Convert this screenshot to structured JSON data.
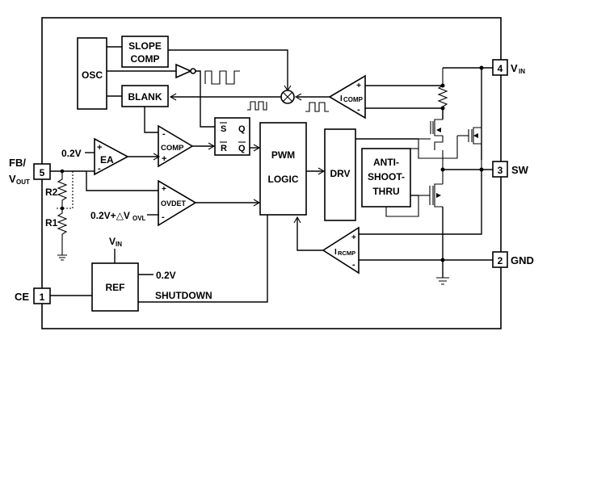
{
  "blocks": {
    "osc": "OSC",
    "slope_comp_1": "SLOPE",
    "slope_comp_2": "COMP",
    "blank": "BLANK",
    "ea": "EA",
    "comp": "COMP",
    "ovdet": "OVDET",
    "latch_s": "S",
    "latch_r": "R",
    "latch_q": "Q",
    "latch_qbar": "Q",
    "pwm_1": "PWM",
    "pwm_2": "LOGIC",
    "drv": "DRV",
    "anti_1": "ANTI-",
    "anti_2": "SHOOT-",
    "anti_3": "THRU",
    "ref": "REF",
    "icomp": "COMP",
    "ircmp": "RCMP",
    "i_letter": "I"
  },
  "signals": {
    "ref_0v2_ea": "0.2V",
    "ovl": "0.2V+△V",
    "ovl_sub": "OVL",
    "vin_ref": "V",
    "vin_ref_sub": "IN",
    "ref_0v2": "0.2V",
    "shutdown": "SHUTDOWN",
    "r1": "R1",
    "r2": "R2"
  },
  "pins": [
    {
      "num": "1",
      "label": "CE"
    },
    {
      "num": "2",
      "label": "GND"
    },
    {
      "num": "3",
      "label": "SW"
    },
    {
      "num": "4",
      "label": "V",
      "sub": "IN"
    },
    {
      "num": "5",
      "label_1": "FB/",
      "label_2": "V",
      "sub": "OUT"
    }
  ],
  "amp_signs": {
    "plus": "+",
    "minus": "-"
  }
}
